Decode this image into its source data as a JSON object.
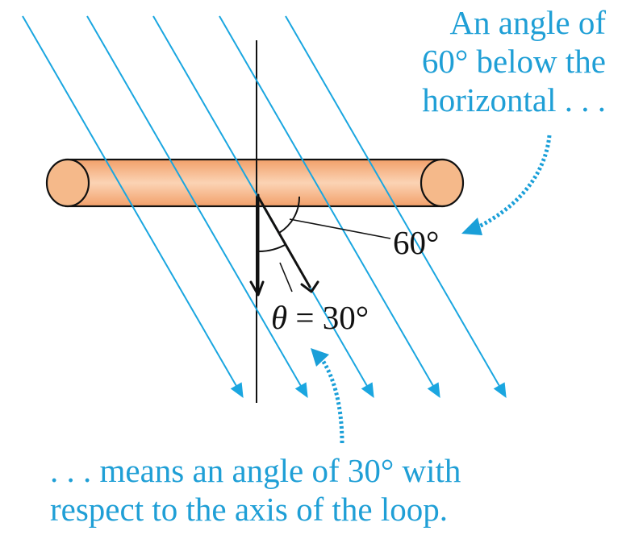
{
  "annotations": {
    "top_lines": [
      "An angle of",
      "60° below the",
      "horizontal . . ."
    ],
    "bottom_lines": [
      ". . . means an angle of 30° with",
      "respect to the axis of the loop."
    ]
  },
  "labels": {
    "angle_horizontal": "60°",
    "theta_symbol": "θ",
    "theta_rest": " = 30°"
  },
  "colors": {
    "field_lines": "#1aa6e0",
    "annotation_text": "#1f9fd6",
    "loop_fill": "#f5b98a",
    "loop_stroke": "#111111",
    "ink": "#111111"
  },
  "field": {
    "line_count": 5,
    "angle_below_horizontal_deg": 60
  },
  "icons": {
    "field_arrowhead": "arrowhead-icon",
    "callout_arrow": "dotted-curved-arrow-icon"
  }
}
